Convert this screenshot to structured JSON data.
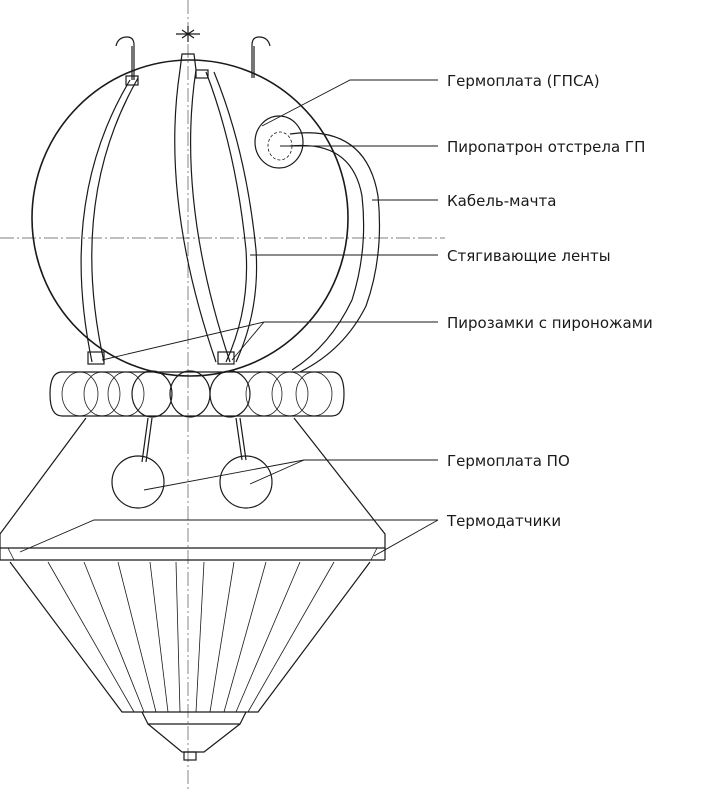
{
  "labels": {
    "hermoplata_gpsa": "Гермоплата (ГПСА)",
    "piropatron": "Пиропатрон отстрела ГП",
    "kabel_machta": "Кабель-мачта",
    "styagivayushchie": "Стягивающие ленты",
    "pirozamki": "Пирозамки с пироножами",
    "hermoplata_po": "Гермоплата ПО",
    "termodatchiki": "Термодатчики"
  }
}
